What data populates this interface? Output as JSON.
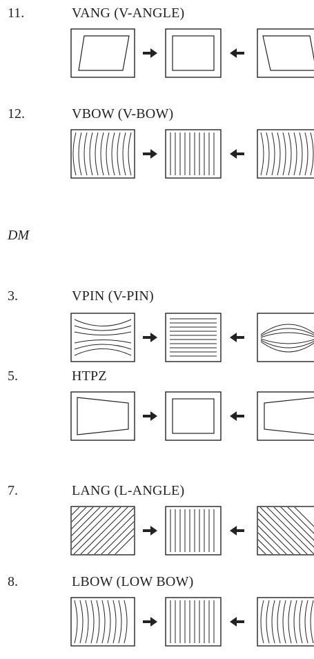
{
  "items": [
    {
      "number": "11.",
      "label": "VANG (V-ANGLE)"
    },
    {
      "number": "12.",
      "label": "VBOW (V-BOW)"
    },
    {
      "number": "3.",
      "label": "VPIN (V-PIN)"
    },
    {
      "number": "5.",
      "label": "HTPZ"
    },
    {
      "number": "7.",
      "label": "LANG (L-ANGLE)"
    },
    {
      "number": "8.",
      "label": "LBOW (LOW BOW)"
    }
  ],
  "section_label": "DM"
}
